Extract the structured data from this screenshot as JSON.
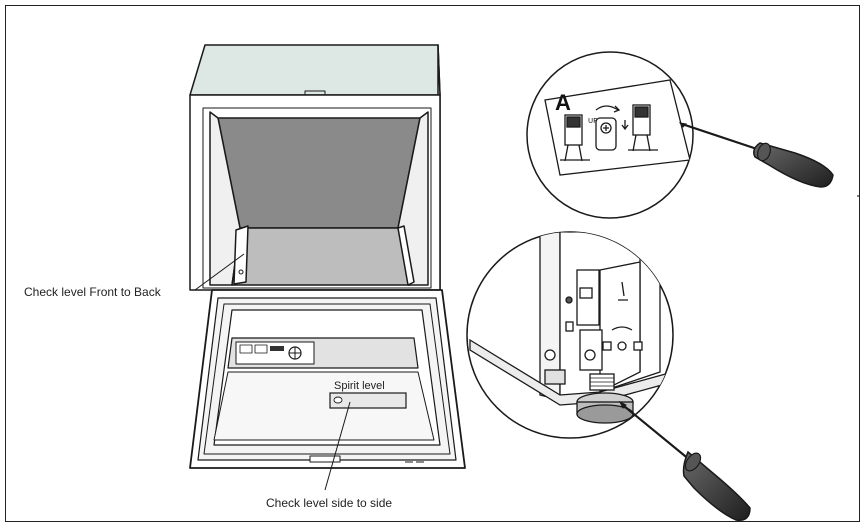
{
  "labels": {
    "front_to_back": "Check level Front to Back",
    "spirit_level": "Spirit level",
    "side_to_side": "Check level side to side",
    "callout_a": "A"
  },
  "colors": {
    "cabinet_side": "#d8e4e0",
    "cavity_back": "#8a8a8a",
    "cavity_floor": "#b9b9b9",
    "outline": "#1a1a1a"
  },
  "icons": [
    "screwdriver-icon",
    "spirit-level-icon",
    "adjustment-arrow-icon"
  ]
}
